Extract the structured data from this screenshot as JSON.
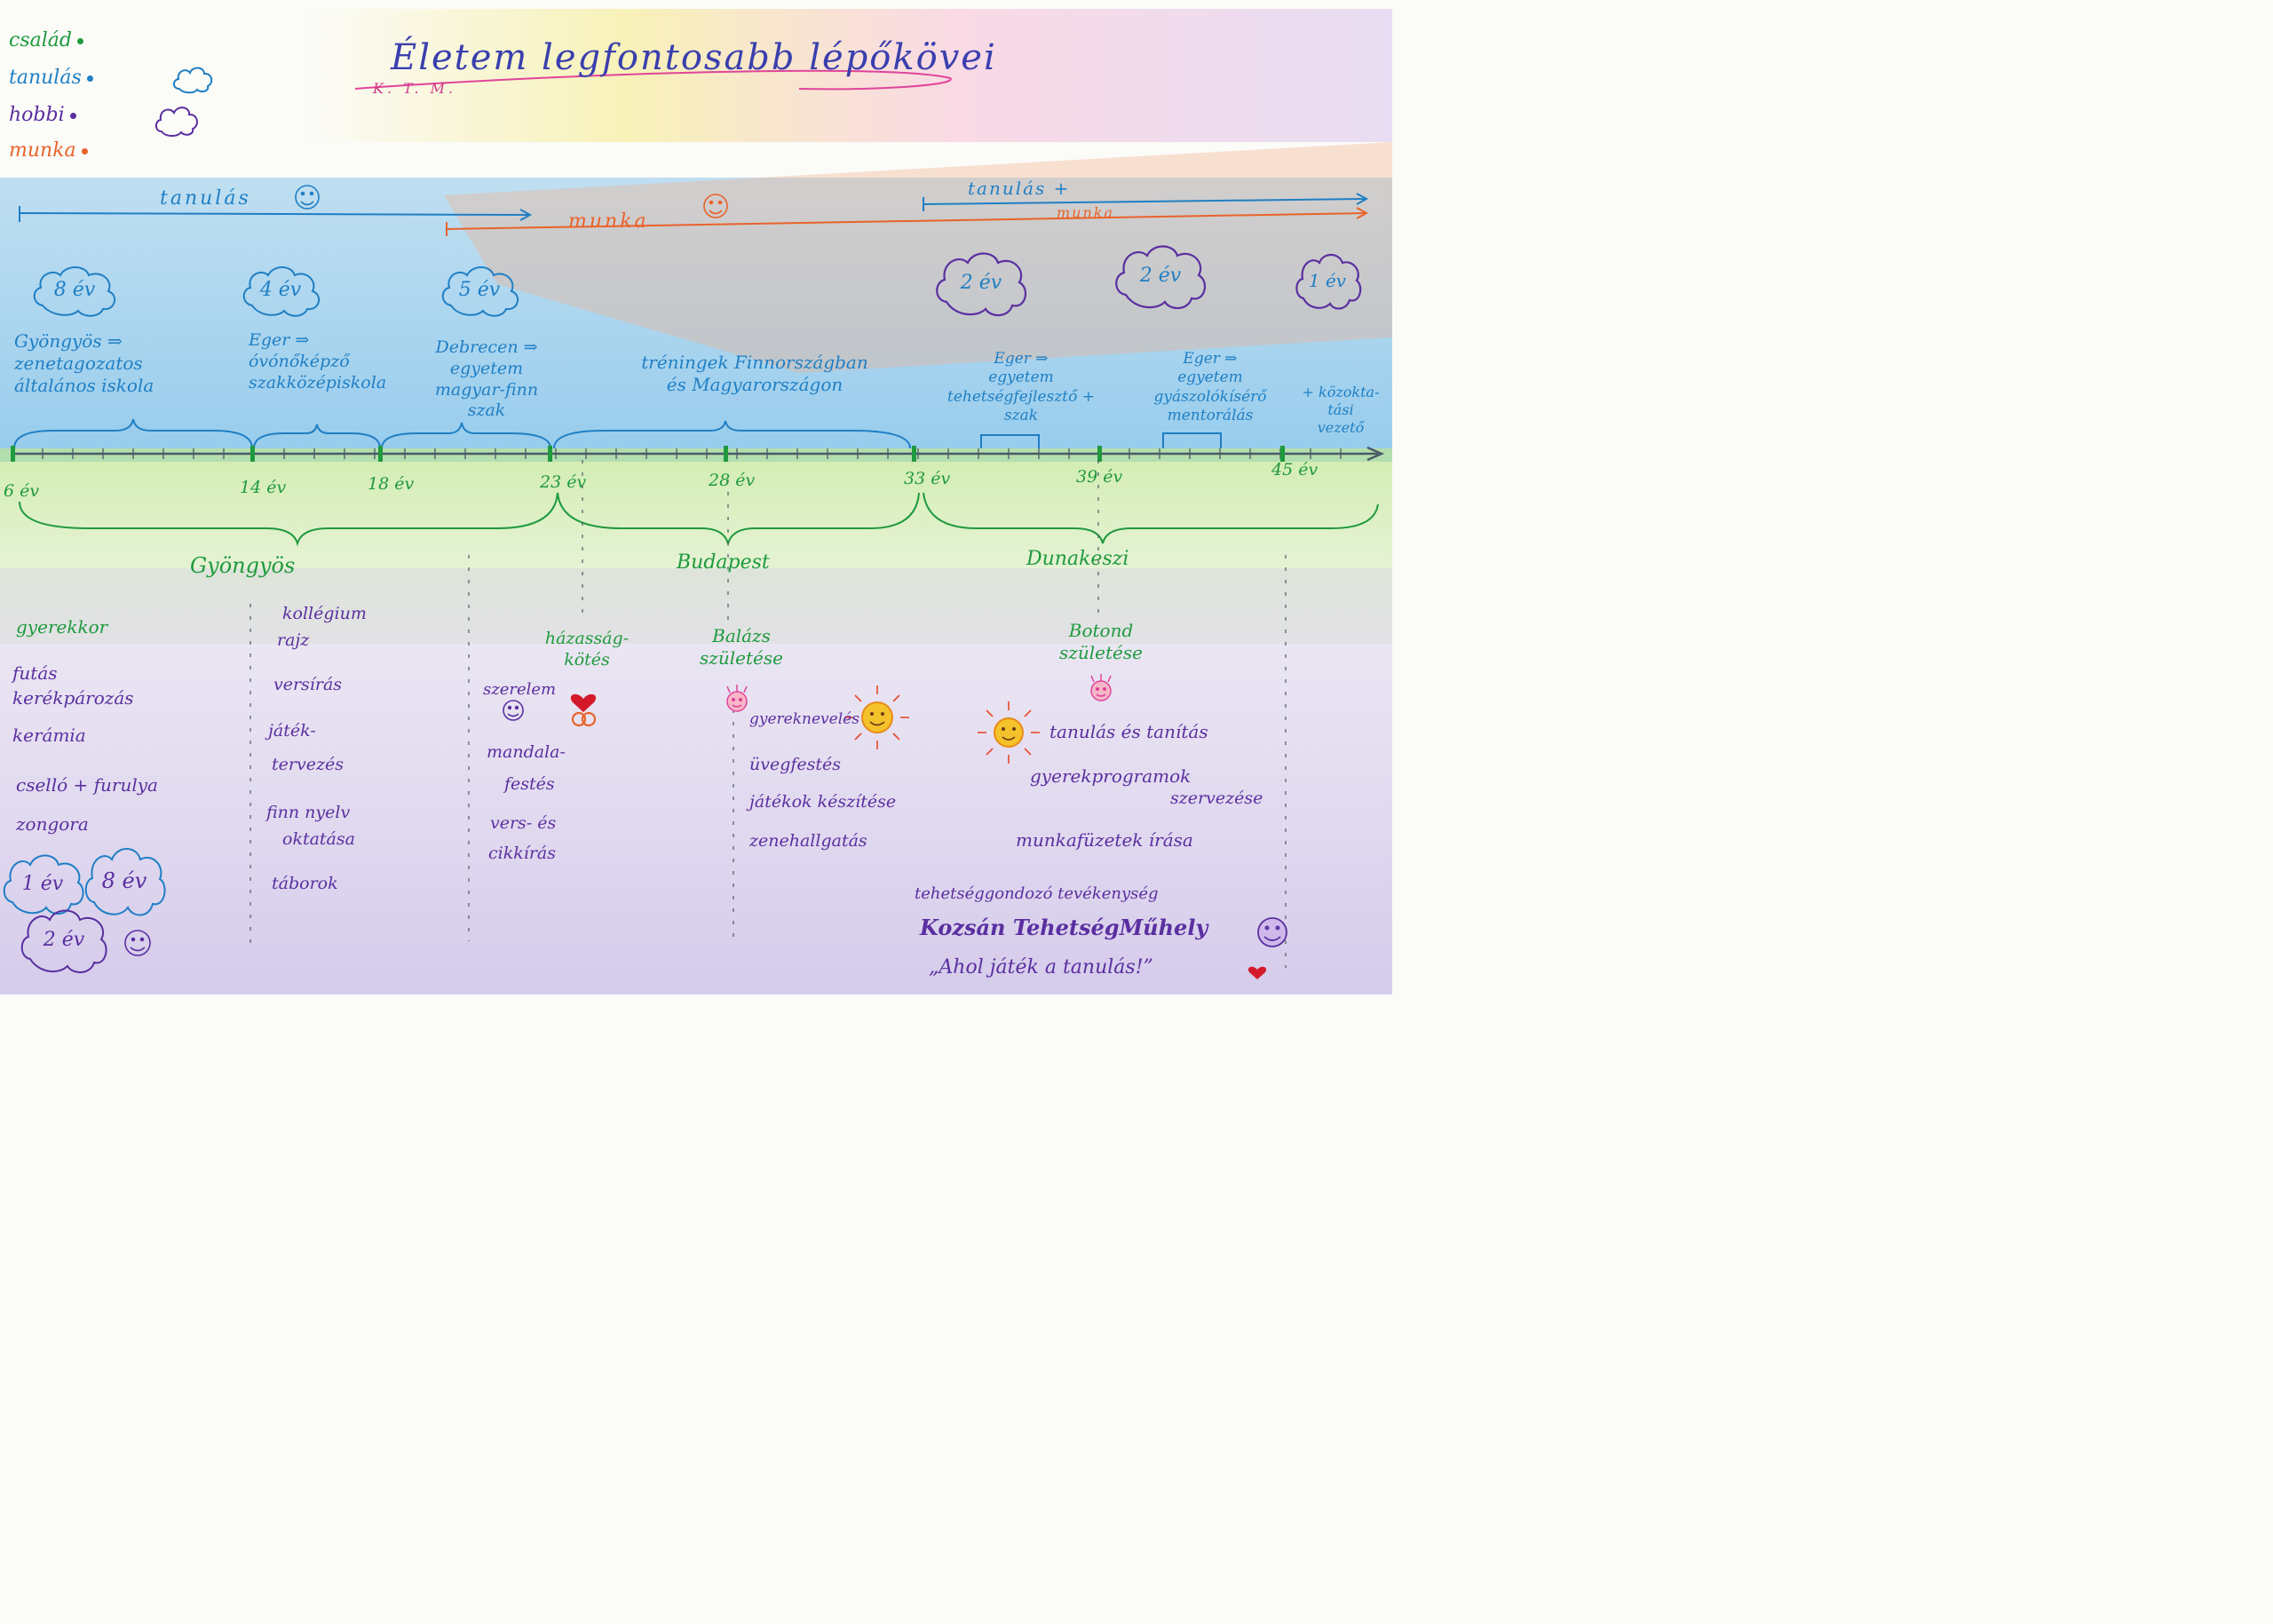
{
  "title": "Életem legfontosabb lépőkövei",
  "author": "K. T. M.",
  "legend": [
    {
      "label": "család",
      "color": "#1f9a3e"
    },
    {
      "label": "tanulás",
      "color": "#1f7fc4"
    },
    {
      "label": "hobbi",
      "color": "#5a2fa0"
    },
    {
      "label": "munka",
      "color": "#e9632a"
    }
  ],
  "arrows": {
    "learning": "tanulás",
    "work": "munka",
    "learning_work_1": "tanulás +",
    "learning_work_2": "munka"
  },
  "durations": [
    "8 év",
    "4 év",
    "5 év",
    "2 év",
    "2 év",
    "1 év"
  ],
  "stages": [
    {
      "line1": "Gyöngyös ⇒",
      "line2": "zenetagozatos",
      "line3": "általános iskola"
    },
    {
      "line1": "Eger ⇒",
      "line2": "óvónőképző",
      "line3": "szakközépiskola"
    },
    {
      "line1": "Debrecen ⇒",
      "line2": "egyetem",
      "line3": "magyar-finn",
      "line4": "szak"
    },
    {
      "line1": "tréningek Finnországban",
      "line2": "és Magyarországon"
    },
    {
      "line1": "Eger ⇒",
      "line2": "egyetem",
      "line3": "tehetségfejlesztő +",
      "line4": "szak"
    },
    {
      "line1": "Eger ⇒",
      "line2": "egyetem",
      "line3": "gyászolókísérő",
      "line4": "mentorálás"
    },
    {
      "line1": "+ közokta-",
      "line2": "tási",
      "line3": "vezető"
    }
  ],
  "ages": [
    "6 év",
    "14 év",
    "18 év",
    "23 év",
    "28 év",
    "33 év",
    "39 év",
    "45 év"
  ],
  "places": [
    "Gyöngyös",
    "Budapest",
    "Dunakeszi"
  ],
  "family_events": [
    {
      "line1": "házasság-",
      "line2": "kötés"
    },
    {
      "line1": "Balázs",
      "line2": "születése"
    },
    {
      "line1": "Botond",
      "line2": "születése"
    }
  ],
  "hobbies": {
    "col1": [
      "gyerekkor",
      "futás",
      "kerékpározás",
      "kerámia",
      "cselló + furulya",
      "zongora"
    ],
    "col2": [
      "kollégium",
      "rajz",
      "versírás",
      "játék-",
      "tervezés",
      "finn nyelv",
      "oktatása",
      "táborok"
    ],
    "col3": [
      "szerelem",
      "mandala-",
      "festés",
      "vers- és",
      "cikkírás"
    ],
    "col4": [
      "gyereknevelés",
      "üvegfestés",
      "játékok készítése",
      "zenehallgatás"
    ],
    "col5": [
      "tanulás és tanítás",
      "gyerekprogramok",
      "szervezése",
      "munkafüzetek írása"
    ]
  },
  "hobby_clouds": [
    "1 év",
    "8 év",
    "2 év"
  ],
  "footer": {
    "line1": "tehetséggondozó tevékenység",
    "line2": "Kozsán TehetségMűhely",
    "line3": "„Ahol játék a tanulás!”"
  }
}
